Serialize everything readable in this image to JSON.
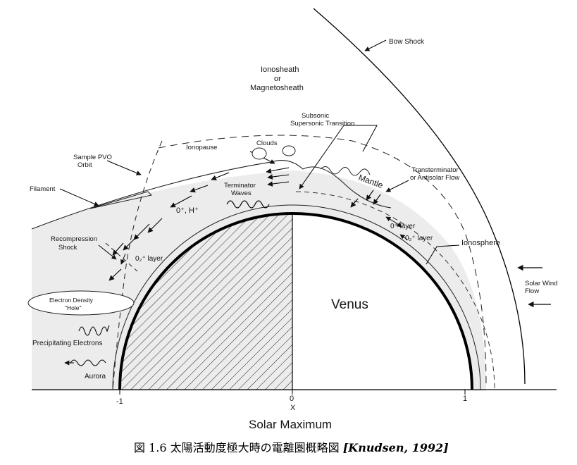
{
  "labels": {
    "bow_shock": "Bow Shock",
    "ionosheath": "Ionosheath",
    "or": "or",
    "magnetosheath": "Magnetosheath",
    "subsonic": "Subsonic",
    "supersonic_transition": "Supersonic Transition",
    "clouds": "Clouds",
    "ionopause": "Ionopause",
    "sample_pvo": "Sample PVO",
    "orbit": "Orbit",
    "filament": "Filament",
    "mantle": "Mantle",
    "transterminator": "Transterminator",
    "antisolar_flow": "or Antisolar Flow",
    "terminator": "Terminator",
    "waves": "Waves",
    "o_h_ions": "0⁺, H⁺",
    "o_layer": "0⁺ layer",
    "o2_layer_right": "0₂⁺ layer",
    "o2_layer_left": "0₂⁺ layer",
    "ionosphere": "Ionosphere",
    "recompression": "Recompression",
    "shock": "Shock",
    "electron_density": "Electron Density",
    "hole": "\"Hole\"",
    "precipitating_electrons": "Precipitating Electrons",
    "aurora": "Aurora",
    "venus": "Venus",
    "solar_wind": "Solar Wind",
    "flow": "Flow"
  },
  "axis": {
    "ticks": [
      "-1",
      "0",
      "1"
    ],
    "label": "X",
    "title": "Solar Maximum"
  },
  "caption": {
    "text": "図 1.6  太陽活動度極大時の電離圏概略図 ",
    "citation": "[Knudsen, 1992]"
  }
}
